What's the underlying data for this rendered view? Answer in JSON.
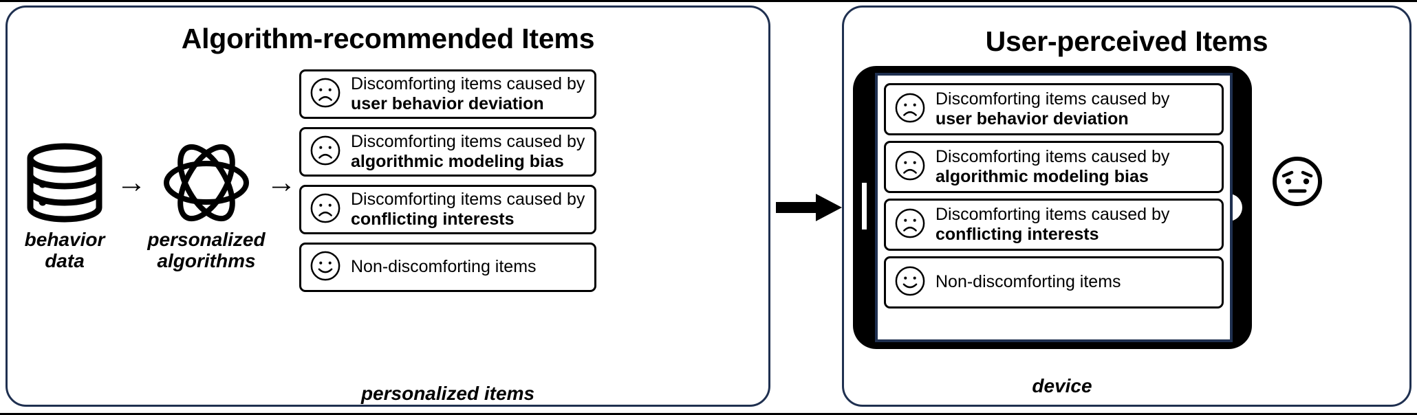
{
  "figure": {
    "type": "diagram",
    "description": "Two-panel conceptual diagram contrasting algorithm-recommended items with user-perceived items on a device"
  },
  "colors": {
    "panel_border": "#1f3050",
    "card_border": "#000000",
    "ink": "#000000",
    "device_body": "#000000",
    "device_screen_border": "#1f3050",
    "background": "#ffffff"
  },
  "left_panel": {
    "title": "Algorithm-recommended Items",
    "caption": "personalized items",
    "pipeline": {
      "nodes": [
        {
          "icon": "database-icon",
          "label": "behavior data"
        },
        {
          "icon": "atom-icon",
          "label": "personalized\nalgorithms"
        }
      ],
      "arrows": [
        "→",
        "→"
      ]
    },
    "items": [
      {
        "icon": "sad-face-icon",
        "line1": "Discomforting items caused by",
        "line2": "user behavior deviation"
      },
      {
        "icon": "sad-face-icon",
        "line1": "Discomforting items caused by",
        "line2": "algorithmic modeling bias"
      },
      {
        "icon": "sad-face-icon",
        "line1": "Discomforting items caused by",
        "line2": "conflicting interests"
      },
      {
        "icon": "happy-face-icon",
        "line1": "Non-discomforting items",
        "line2": ""
      }
    ]
  },
  "transition": {
    "icon": "right-arrow-icon"
  },
  "right_panel": {
    "title": "User-perceived Items",
    "caption": "device",
    "device": {
      "icon": "smartphone-icon",
      "speaker": "earpiece-speaker",
      "home_button": "home-button"
    },
    "items": [
      {
        "icon": "sad-face-icon",
        "line1": "Discomforting items caused by",
        "line2": "user behavior deviation"
      },
      {
        "icon": "sad-face-icon",
        "line1": "Discomforting items caused by",
        "line2": "algorithmic modeling bias"
      },
      {
        "icon": "sad-face-icon",
        "line1": "Discomforting items caused by",
        "line2": "conflicting interests"
      },
      {
        "icon": "happy-face-icon",
        "line1": "Non-discomforting items",
        "line2": ""
      }
    ],
    "user": {
      "icon": "worried-face-icon"
    }
  }
}
